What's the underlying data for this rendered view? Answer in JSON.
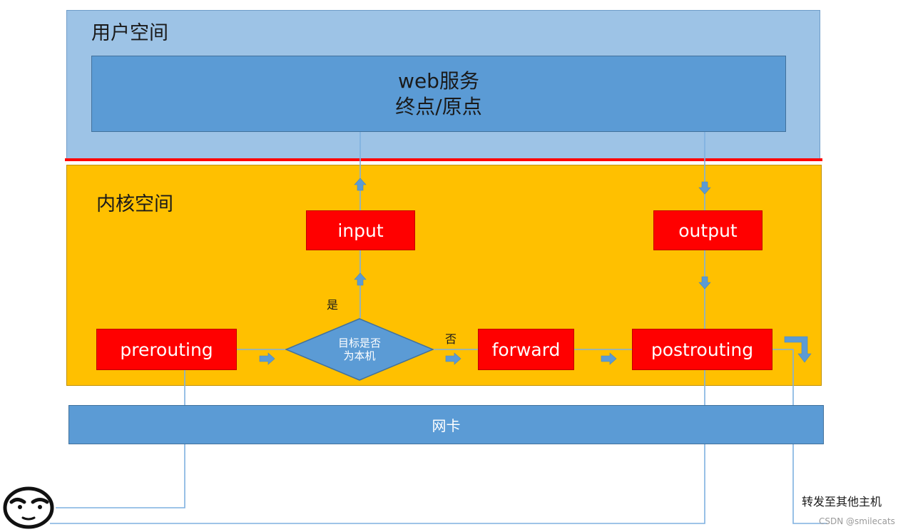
{
  "regions": {
    "user_space": "用户空间",
    "kernel_space": "内核空间",
    "nic": "网卡"
  },
  "web_service": {
    "line1": "web服务",
    "line2": "终点/原点"
  },
  "hooks": {
    "input": "input",
    "output": "output",
    "prerouting": "prerouting",
    "forward": "forward",
    "postrouting": "postrouting"
  },
  "decision": {
    "line1": "目标是否",
    "line2": "为本机"
  },
  "labels": {
    "yes": "是",
    "no": "否",
    "forward_to_other_host": "转发至其他主机"
  },
  "watermark": "CSDN @smilecats",
  "colors": {
    "user_space": "#9dc3e6",
    "web_service": "#5b9bd5",
    "kernel_space": "#ffc000",
    "hook": "#ff0000",
    "divider": "#ff0000",
    "nic": "#5b9bd5",
    "flow_line": "#6fa0d4"
  },
  "icons": {
    "user": "face-icon",
    "arrows": "block-arrow-icon"
  }
}
